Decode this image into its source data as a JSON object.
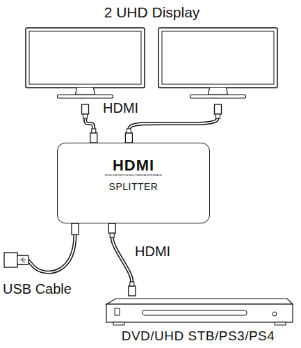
{
  "diagram": {
    "title": "2 UHD Display",
    "nodes": [
      {
        "text": []
      },
      {
        "text": []
      },
      {
        "text": [
          "HDMI",
          "HIGH DEFINITION MULTIMEDIA INTERFACE",
          "SPLITTER"
        ]
      },
      {
        "text": [
          "DVD/UHD STB/PS3/PS4"
        ]
      }
    ],
    "edges": [
      {
        "from": 2,
        "to": 0,
        "arrow": "none"
      },
      {
        "from": 2,
        "to": 1,
        "arrow": "none"
      },
      {
        "from": 3,
        "to": 2,
        "arrow": "none"
      }
    ],
    "labels": [
      "HDMI",
      "HDMI",
      "USB Cable"
    ]
  }
}
